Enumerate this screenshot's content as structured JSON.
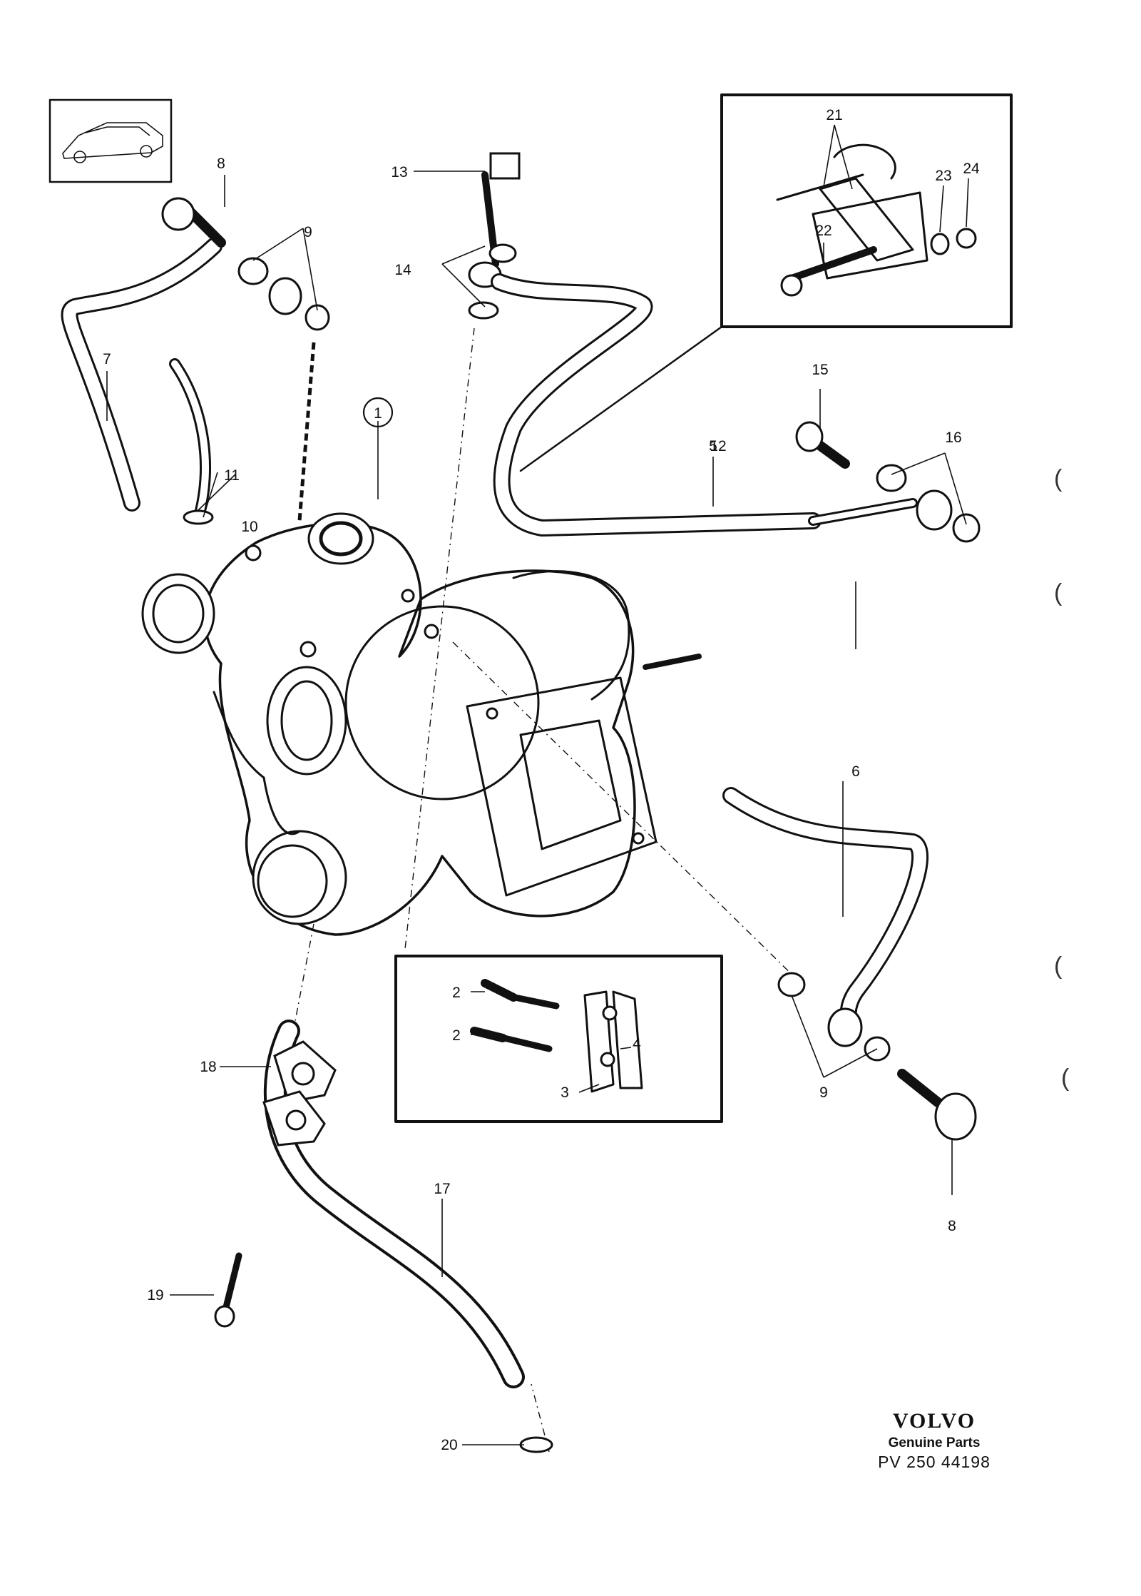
{
  "brand": {
    "logo": "VOLVO",
    "subtitle": "Genuine Parts",
    "part_code": "PV 250 44198"
  },
  "callouts": [
    "1",
    "2",
    "2",
    "3",
    "4",
    "5",
    "6",
    "7",
    "8",
    "8",
    "9",
    "9",
    "10",
    "11",
    "12",
    "13",
    "14",
    "15",
    "16",
    "17",
    "18",
    "19",
    "20",
    "21",
    "22",
    "23",
    "24"
  ],
  "margin_marks": [
    "(",
    "(",
    "(",
    "("
  ],
  "icons": [
    "car-thumbnail-icon"
  ],
  "colors": {
    "ink": "#111111",
    "paper": "#ffffff"
  }
}
